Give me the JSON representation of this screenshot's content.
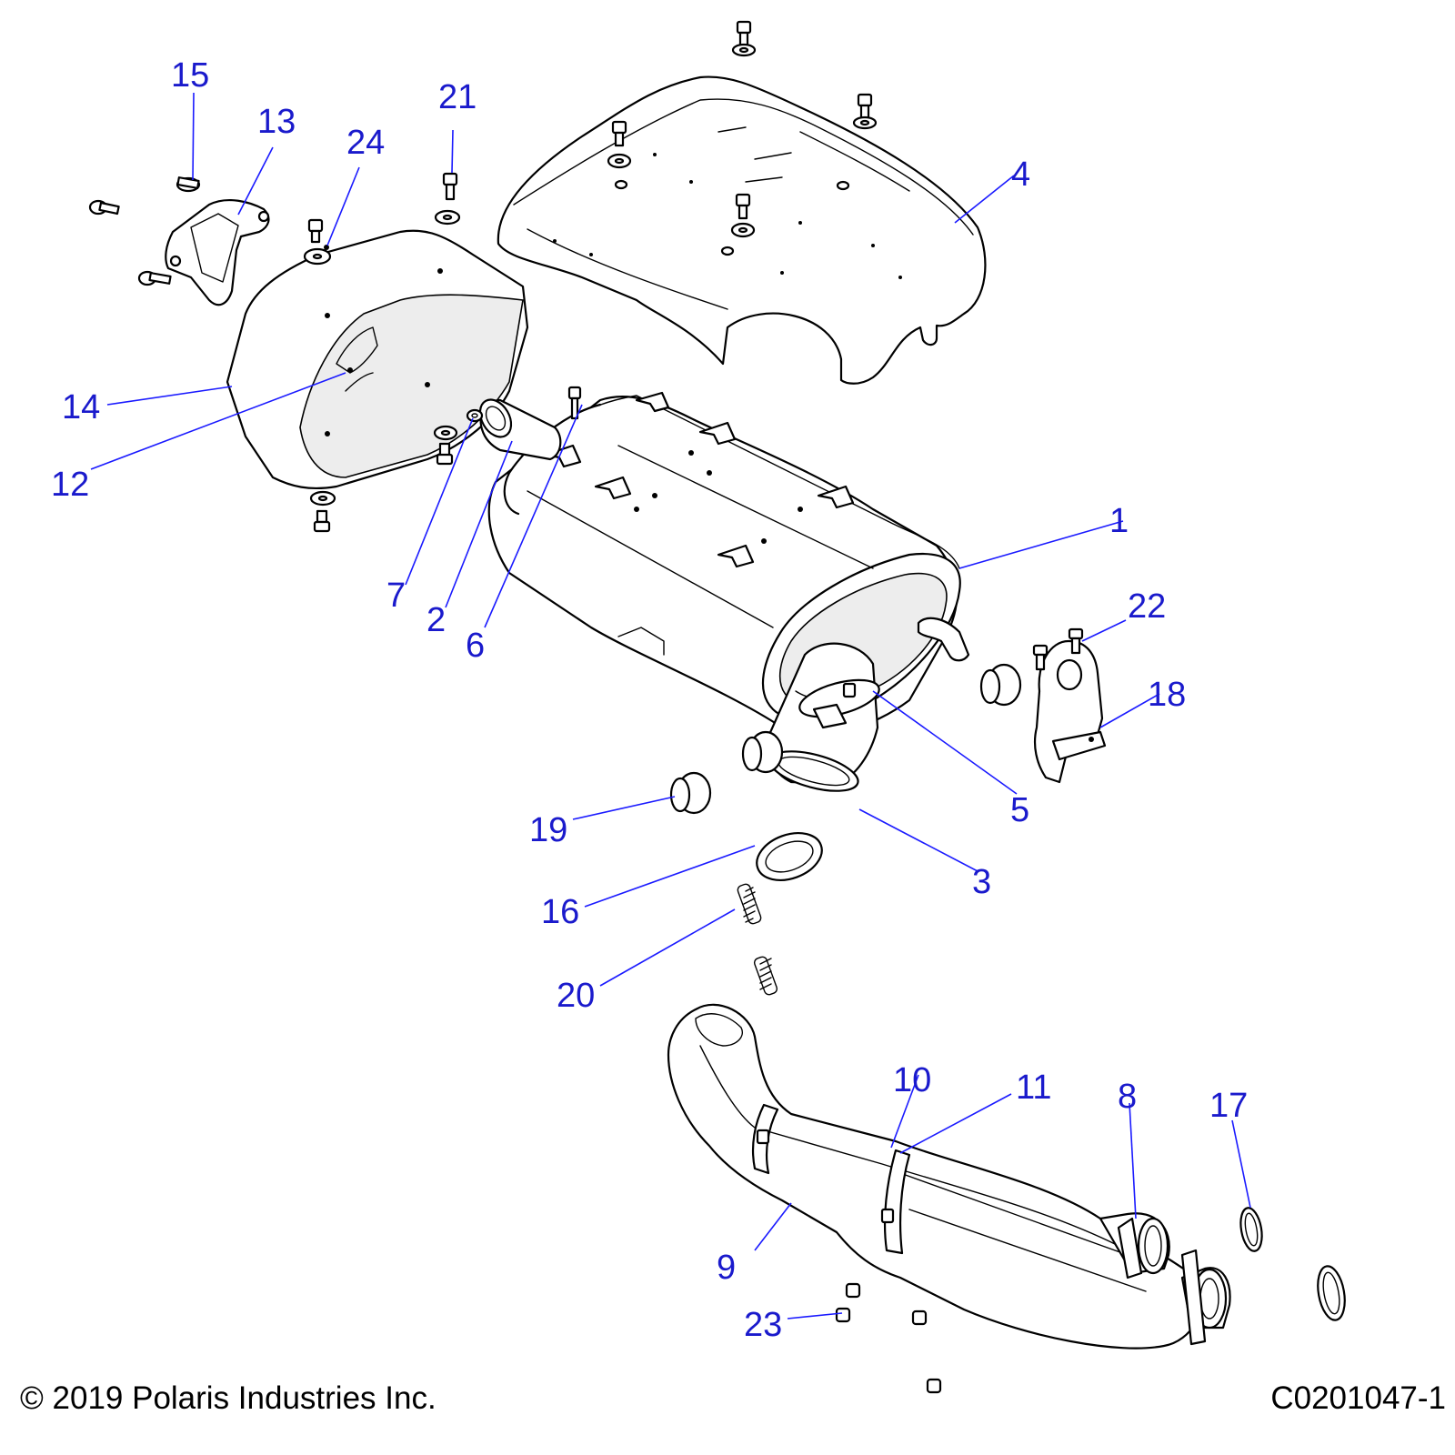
{
  "footer": {
    "copyright": "© 2019 Polaris Industries Inc.",
    "drawing_id": "C0201047-1"
  },
  "callouts": [
    "1",
    "2",
    "3",
    "4",
    "5",
    "6",
    "7",
    "8",
    "9",
    "10",
    "11",
    "12",
    "13",
    "14",
    "15",
    "16",
    "17",
    "18",
    "19",
    "20",
    "21",
    "22",
    "23",
    "24"
  ],
  "colors": {
    "callout_text": "#1a1acc",
    "leader_line": "#1a1aff",
    "part_outline": "#000000"
  }
}
